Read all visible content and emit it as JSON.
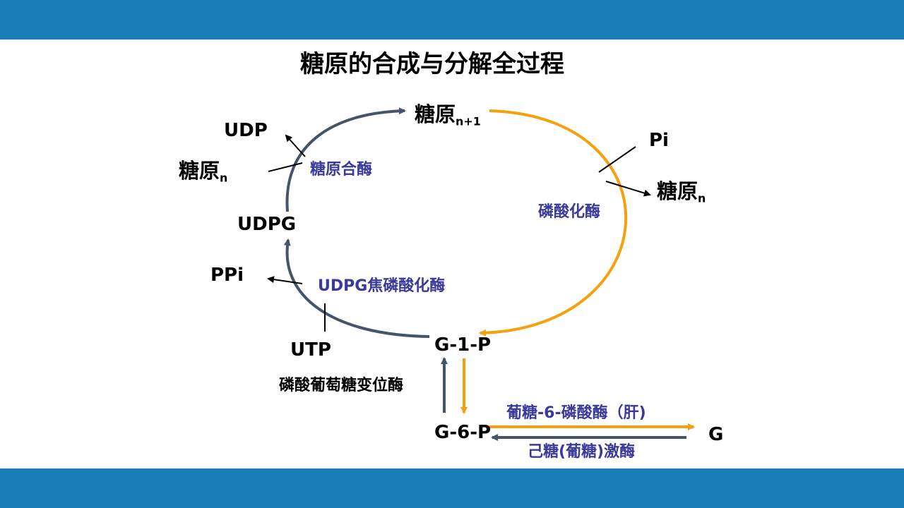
{
  "title": "糖原的合成与分解全过程",
  "nodes": {
    "glycogen_n1": "糖原",
    "glycogen_n1_sub": "n+1",
    "udp": "UDP",
    "glycogen_left": "糖原",
    "glycogen_left_sub": "n",
    "udpg": "UDPG",
    "ppi": "PPi",
    "utp": "UTP",
    "g1p": "G-1-P",
    "g6p": "G-6-P",
    "g": "G",
    "pi": "Pi",
    "glycogen_right": "糖原",
    "glycogen_right_sub": "n"
  },
  "enzymes": {
    "glycogen_synthase": "糖原合酶",
    "udpg_pyrophosphorylase": "UDPG焦磷酸化酶",
    "phosphorylase": "磷酸化酶",
    "phosphoglucomutase": "磷酸葡萄糖变位酶",
    "glucose6phosphatase": "葡糖-6-磷酸酶（肝)",
    "hexokinase": "己糖(葡糖)激酶"
  },
  "colors": {
    "band": "#1a7db5",
    "synthesis_arrow": "#44546a",
    "degradation_arrow": "#f5a00f",
    "enzyme_text": "#3a3a9a"
  }
}
